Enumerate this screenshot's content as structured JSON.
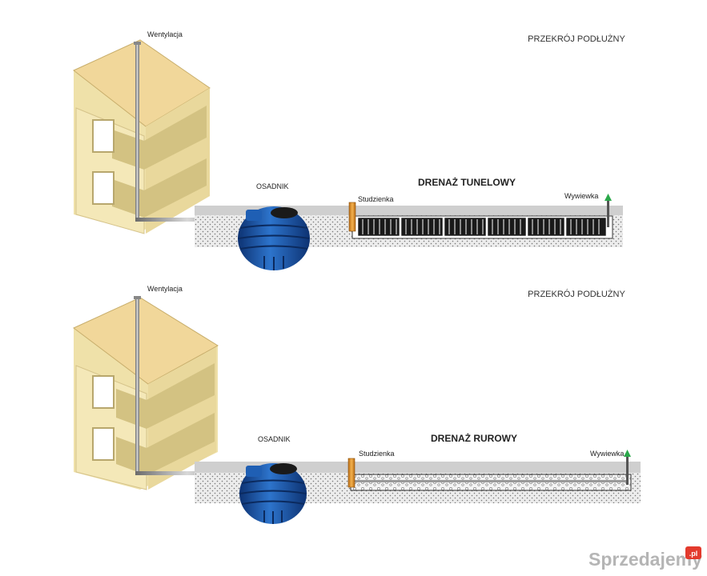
{
  "panels": [
    {
      "section_title": "PRZEKRÓJ PODŁUŻNY",
      "ventilation_label": "Wentylacja",
      "tank_label": "OSADNIK",
      "chamber_label": "Studzienka",
      "drainage_title": "DRENAŻ TUNELOWY",
      "vent_end_label": "Wywiewka",
      "drainage_type": "tunnel"
    },
    {
      "section_title": "PRZEKRÓJ PODŁUŻNY",
      "ventilation_label": "Wentylacja",
      "tank_label": "OSADNIK",
      "chamber_label": "Studzienka",
      "drainage_title": "DRENAŻ RUROWY",
      "vent_end_label": "Wywiewka",
      "drainage_type": "pipe"
    }
  ],
  "watermark": {
    "text": "Sprzedajemy",
    "badge": ".pl"
  },
  "colors": {
    "house_wall": "#efe1a9",
    "house_side": "#d8c98a",
    "roof": "#f1d79a",
    "ground_cover": "#cfcfcf",
    "soil_fill": "#ececec",
    "tank": "#1f5fb4",
    "tank_dark": "#0d3272",
    "chamber": "#e59a32",
    "vent_arrow": "#2aa84a"
  }
}
